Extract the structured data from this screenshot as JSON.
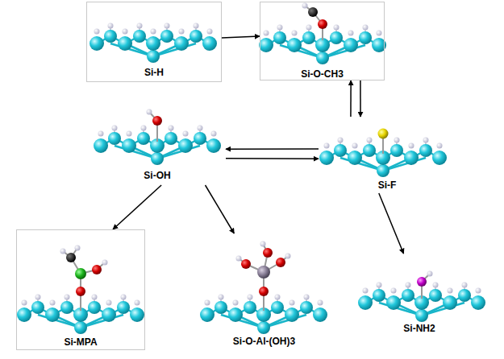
{
  "diagram": {
    "nodes": [
      {
        "text": [
          "Si-H"
        ]
      },
      {
        "text": [
          "Si-O-CH3"
        ]
      },
      {
        "text": [
          "Si-OH"
        ]
      },
      {
        "text": [
          "Si-F"
        ]
      },
      {
        "text": [
          "Si-MPA"
        ]
      },
      {
        "text": [
          "Si-O-Al-(OH)3"
        ]
      },
      {
        "text": [
          "Si-NH2"
        ]
      }
    ],
    "edges": [
      {
        "from": 0,
        "to": 1,
        "arrow": "to"
      },
      {
        "from": 3,
        "to": 1,
        "arrow": "to"
      },
      {
        "from": 1,
        "to": 3,
        "arrow": "to"
      },
      {
        "from": 3,
        "to": 2,
        "arrow": "to"
      },
      {
        "from": 2,
        "to": 3,
        "arrow": "to"
      },
      {
        "from": 2,
        "to": 4,
        "arrow": "to"
      },
      {
        "from": 2,
        "to": 5,
        "arrow": "to"
      },
      {
        "from": 3,
        "to": 6,
        "arrow": "to"
      }
    ]
  }
}
